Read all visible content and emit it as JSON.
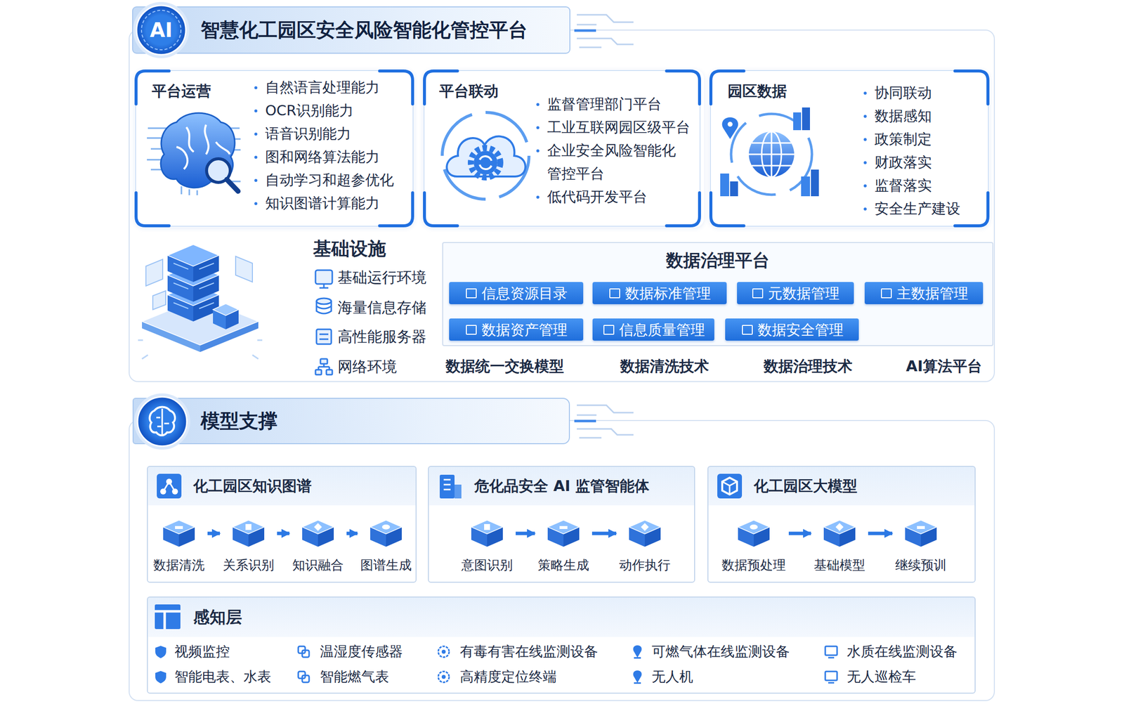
{
  "diagram": {
    "title": "智慧化工园区安全风险智能化管控平台",
    "nodes": [
      {
        "text": [
          "平台运营",
          "自然语言处理能力",
          "OCR识别能力",
          "语音识别能力",
          "图和网络算法能力",
          "自动学习和超参优化",
          "知识图谱计算能力"
        ]
      },
      {
        "text": [
          "平台联动",
          "监督管理部门平台",
          "工业互联网园区级平台",
          "企业安全风险智能化 管控平台",
          "低代码开发平台"
        ]
      },
      {
        "text": [
          "园区数据",
          "协同联动",
          "数据感知",
          "政策制定",
          "财政落实",
          "监督落实",
          "安全生产建设"
        ]
      },
      {
        "text": [
          "数据治理平台"
        ]
      },
      {
        "text": [
          "信息资源目录"
        ],
        "in": 3
      },
      {
        "text": [
          "数据标准管理"
        ],
        "in": 3
      },
      {
        "text": [
          "元数据管理"
        ],
        "in": 3
      },
      {
        "text": [
          "主数据管理"
        ],
        "in": 3
      },
      {
        "text": [
          "数据资产管理"
        ],
        "in": 3
      },
      {
        "text": [
          "信息质量管理"
        ],
        "in": 3
      },
      {
        "text": [
          "数据安全管理"
        ],
        "in": 3
      },
      {
        "text": [
          "模型支撑"
        ]
      },
      {
        "text": [
          "化工园区知识图谱"
        ]
      },
      {
        "text": [
          "数据清洗"
        ],
        "in": 12
      },
      {
        "text": [
          "关系识别"
        ],
        "in": 12
      },
      {
        "text": [
          "知识融合"
        ],
        "in": 12
      },
      {
        "text": [
          "图谱生成"
        ],
        "in": 12
      },
      {
        "text": [
          "危化品安全 AI 监管智能体"
        ]
      },
      {
        "text": [
          "意图识别"
        ],
        "in": 17
      },
      {
        "text": [
          "策略生成"
        ],
        "in": 17
      },
      {
        "text": [
          "动作执行"
        ],
        "in": 17
      },
      {
        "text": [
          "化工园区大模型"
        ]
      },
      {
        "text": [
          "数据预处理"
        ],
        "in": 21
      },
      {
        "text": [
          "基础模型"
        ],
        "in": 21
      },
      {
        "text": [
          "继续预训"
        ],
        "in": 21
      },
      {
        "text": [
          "感知层",
          "视频监控",
          "温湿度传感器",
          "有毒有害在线监测设备",
          "可燃气体在线监测设备",
          "水质在线监测设备",
          "智能电表、水表",
          "智能燃气表",
          "高精度定位终端",
          "无人机",
          "无人巡检车"
        ]
      }
    ],
    "edges": [
      {
        "from": 13,
        "to": 14,
        "arrow": "to"
      },
      {
        "from": 14,
        "to": 15,
        "arrow": "to"
      },
      {
        "from": 15,
        "to": 16,
        "arrow": "to"
      },
      {
        "from": 18,
        "to": 19,
        "arrow": "to"
      },
      {
        "from": 19,
        "to": 20,
        "arrow": "to"
      },
      {
        "from": 22,
        "to": 23,
        "arrow": "to"
      },
      {
        "from": 23,
        "to": 24,
        "arrow": "to"
      }
    ],
    "labels": [
      "AI",
      "基础设施",
      "基础运行环境",
      "海量信息存储",
      "高性能服务器",
      "网络环境",
      "数据统一交换模型",
      "数据清洗技术",
      "数据治理技术",
      "AI算法平台"
    ]
  }
}
